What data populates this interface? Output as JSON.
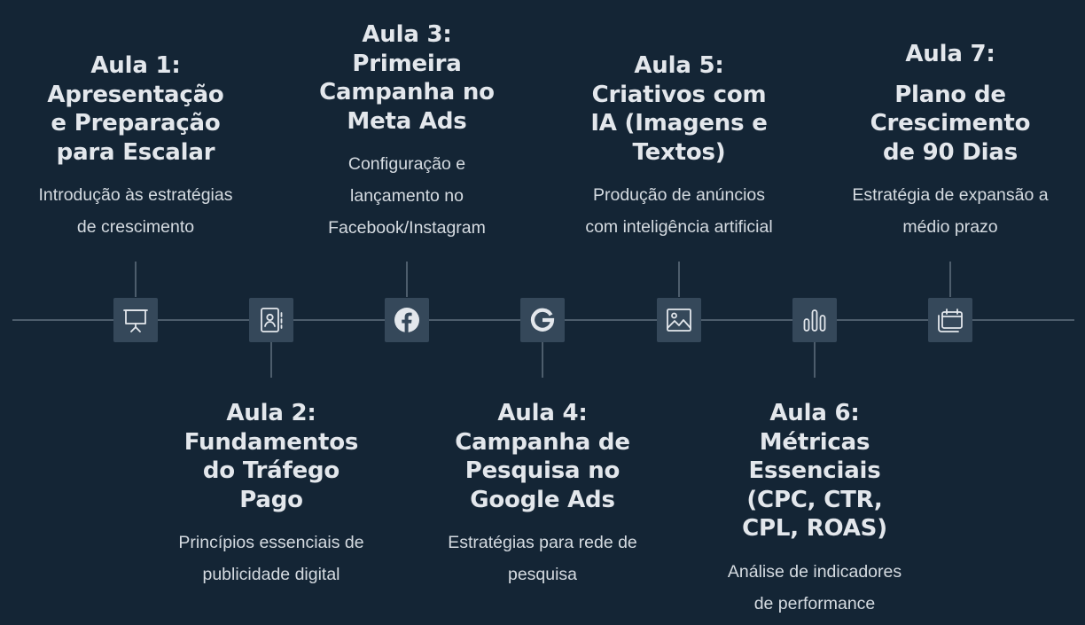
{
  "lessons": [
    {
      "title_lines": [
        "Aula 1:",
        "Apresentação",
        "e Preparação",
        "para Escalar"
      ],
      "desc_lines": [
        "Introdução às estratégias",
        "de crescimento"
      ],
      "icon": "presentation-board-icon"
    },
    {
      "title_lines": [
        "Aula 2:",
        "Fundamentos",
        "do Tráfego",
        "Pago"
      ],
      "desc_lines": [
        "Princípios essenciais de",
        "publicidade digital"
      ],
      "icon": "contact-book-icon"
    },
    {
      "title_lines": [
        "Aula 3:",
        "Primeira",
        "Campanha no",
        "Meta Ads"
      ],
      "desc_lines": [
        "Configuração e",
        "lançamento no",
        "Facebook/Instagram"
      ],
      "icon": "facebook-icon"
    },
    {
      "title_lines": [
        "Aula 4:",
        "Campanha de",
        "Pesquisa no",
        "Google Ads"
      ],
      "desc_lines": [
        "Estratégias para rede de",
        "pesquisa"
      ],
      "icon": "google-icon"
    },
    {
      "title_lines": [
        "Aula 5:",
        "Criativos com",
        "IA (Imagens e",
        "Textos)"
      ],
      "desc_lines": [
        "Produção de anúncios",
        "com inteligência artificial"
      ],
      "icon": "image-icon"
    },
    {
      "title_lines": [
        "Aula 6:",
        "Métricas",
        "Essenciais",
        "(CPC, CTR,",
        "CPL, ROAS)"
      ],
      "desc_lines": [
        "Análise de indicadores",
        "de performance"
      ],
      "icon": "bar-chart-icon"
    },
    {
      "title_lines": [
        "Aula 7:",
        "Plano de",
        "Crescimento",
        "de 90 Dias"
      ],
      "desc_lines": [
        "Estratégia de expansão a",
        "médio prazo"
      ],
      "icon": "calendar-icon"
    }
  ],
  "colors": {
    "background": "#142535",
    "line": "#4d5d6c",
    "node": "#35485a",
    "text": "#e3e7ec"
  }
}
